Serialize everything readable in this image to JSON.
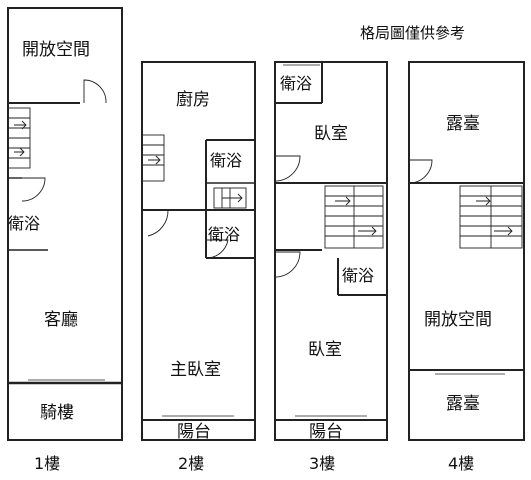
{
  "note": "格局圖僅供參考",
  "floors": [
    {
      "label": "1樓",
      "rooms": {
        "open_space": "開放空間",
        "bath": "衛浴",
        "living": "客廳",
        "arcade": "騎樓"
      }
    },
    {
      "label": "2樓",
      "rooms": {
        "kitchen": "廚房",
        "bath_a": "衛浴",
        "bath_b": "衛浴",
        "master": "主臥室",
        "balcony": "陽台"
      }
    },
    {
      "label": "3樓",
      "rooms": {
        "bath_a": "衛浴",
        "bedroom_a": "臥室",
        "bath_b": "衛浴",
        "bedroom_b": "臥室",
        "balcony": "陽台"
      }
    },
    {
      "label": "4樓",
      "rooms": {
        "terrace_a": "露臺",
        "open_space": "開放空間",
        "terrace_b": "露臺"
      }
    }
  ]
}
